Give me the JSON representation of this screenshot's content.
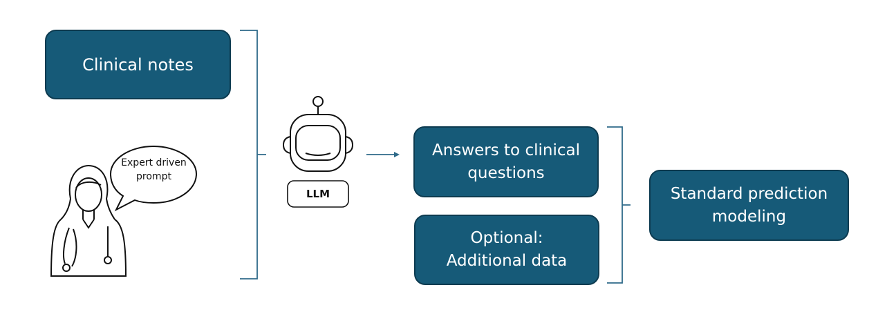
{
  "diagram": {
    "clinical_notes": "Clinical notes",
    "bubble": {
      "line1": "Expert driven",
      "line2": "prompt"
    },
    "llm": "LLM",
    "answers": {
      "line1": "Answers to clinical",
      "line2": "questions"
    },
    "optional": {
      "line1": "Optional:",
      "line2": "Additional data"
    },
    "standard": {
      "line1": "Standard prediction",
      "line2": "modeling"
    }
  },
  "colors": {
    "box_fill": "#165a78",
    "box_border": "#0d3b50",
    "connector": "#2e6a89"
  },
  "icons": [
    "doctor-icon",
    "speech-bubble-icon",
    "robot-icon"
  ]
}
